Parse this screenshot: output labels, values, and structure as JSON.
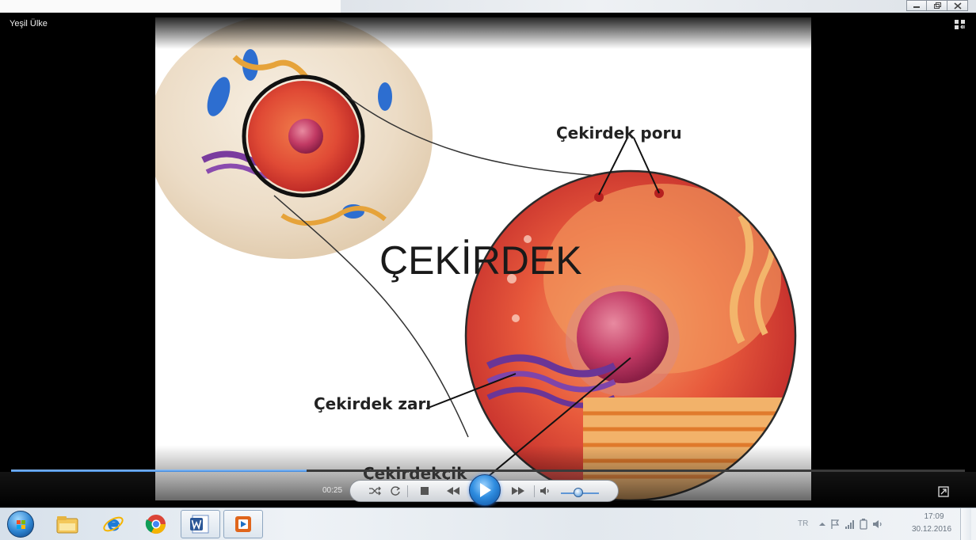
{
  "window": {
    "controls": [
      "minimize",
      "restore",
      "close"
    ]
  },
  "player": {
    "title": "Yeşil Ülke",
    "current_time": "00:25",
    "progress": 0.31,
    "volume": 0.45
  },
  "video": {
    "headline": "ÇEKİRDEK",
    "labels": {
      "pore": "Çekirdek poru",
      "membrane": "Çekirdek zarı",
      "nucleolus": "Çekirdekçik"
    }
  },
  "taskbar": {
    "items": [
      {
        "icon": "explorer-icon"
      },
      {
        "icon": "internet-explorer-icon"
      },
      {
        "icon": "chrome-icon"
      },
      {
        "icon": "word-icon"
      },
      {
        "icon": "media-player-icon"
      }
    ],
    "language": "TR",
    "clock_time": "17:09",
    "clock_date": "30.12.2016"
  },
  "colors": {
    "accent": "#2f8de0",
    "seek": "#3d86d8",
    "nucleus": "#d9332e"
  }
}
